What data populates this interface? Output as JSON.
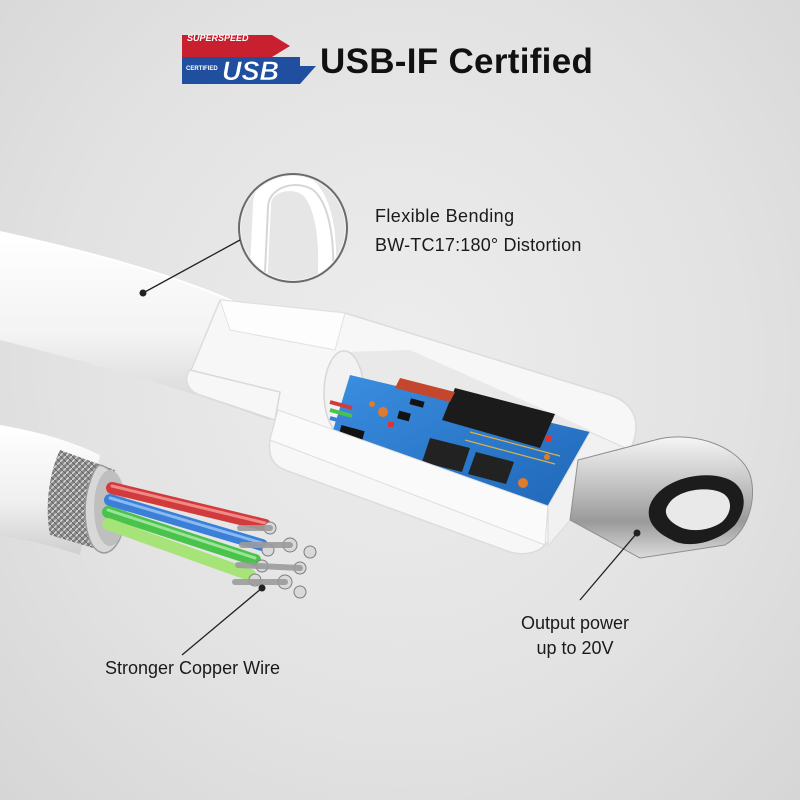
{
  "logo": {
    "top_text": "SUPERSPEED",
    "small_text": "CERTIFIED",
    "main_text": "USB",
    "colors": {
      "red": "#c8202f",
      "blue": "#1f4f9e",
      "white": "#ffffff"
    }
  },
  "header": {
    "title": "USB-IF Certified"
  },
  "callouts": {
    "flexible": {
      "line1": "Flexible Bending",
      "line2": "BW-TC17:180° Distortion"
    },
    "output": {
      "line1": "Output power",
      "line2": "up to 20V"
    },
    "wire": {
      "text": "Stronger Copper Wire"
    }
  },
  "colors": {
    "background": "#e4e4e4",
    "cable": "#f4f4f4",
    "pcb": "#2f7fd0",
    "wire_red": "#d23b3b",
    "wire_blue": "#3a7fd8",
    "wire_green": "#49c34a",
    "wire_lightgreen": "#a6e47a"
  }
}
